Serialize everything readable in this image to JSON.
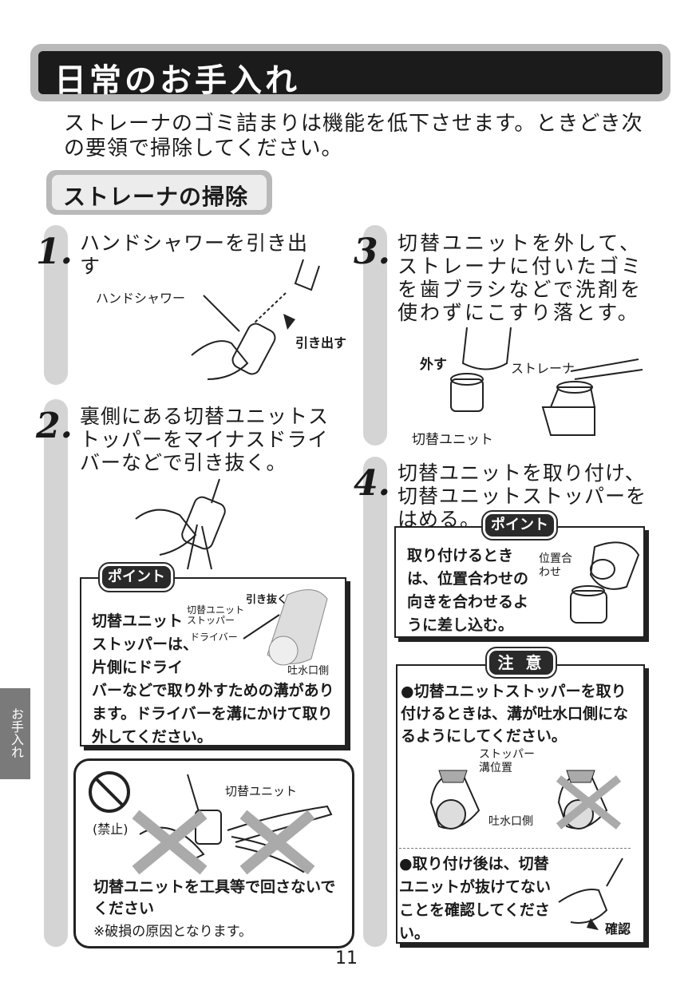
{
  "header": {
    "title": "日常のお手入れ"
  },
  "intro": "ストレーナのゴミ詰まりは機能を低下させます。ときどき次の要領で掃除してください。",
  "section": {
    "title": "ストレーナの掃除"
  },
  "steps": [
    {
      "num": "1.",
      "text": "ハンドシャワーを引き出す",
      "labels": {
        "shower": "ハンドシャワー",
        "pull": "引き出す"
      }
    },
    {
      "num": "2.",
      "text": "裏側にある切替ユニットストッパーをマイナスドライバーなどで引き抜く。"
    },
    {
      "num": "3.",
      "text": "切替ユニットを外して、ストレーナに付いたゴミを歯ブラシなどで洗剤を使わずにこすり落とす。",
      "labels": {
        "remove": "外す",
        "strainer": "ストレーナ",
        "unit": "切替ユニット"
      }
    },
    {
      "num": "4.",
      "text": "切替ユニットを取り付け、切替ユニットストッパーをはめる。"
    }
  ],
  "point1": {
    "badge": "ポイント",
    "text_a": "切替ユニット",
    "text_b": "ストッパーは、",
    "text_c": "片側にドライ",
    "text_d": "バーなどで取り外すための溝があります。ドライバーを溝にかけて取り外してください。",
    "labels": {
      "pull": "引き抜く",
      "unit_stopper": "切替ユニットストッパー",
      "driver": "ドライバー",
      "outlet": "吐水口側"
    }
  },
  "prohibit": {
    "mark": "(禁止)",
    "unit_label": "切替ユニット",
    "text": "切替ユニットを工具等で回さないでください",
    "note": "※破損の原因となります。"
  },
  "point2": {
    "badge": "ポイント",
    "text": "取り付けるときは、位置合わせの向きを合わせるように差し込む。",
    "label": "位置合わせ"
  },
  "caution": {
    "badge": "注 意",
    "item1": "●切替ユニットストッパーを取り付けるときは、溝が吐水口側になるようにしてください。",
    "labels": {
      "groove": "ストッパー溝位置",
      "outlet": "吐水口側",
      "confirm": "確認"
    },
    "item2": "●取り付け後は、切替ユニットが抜けてないことを確認してください。"
  },
  "side_tab": "お手入れ",
  "page_number": "11"
}
